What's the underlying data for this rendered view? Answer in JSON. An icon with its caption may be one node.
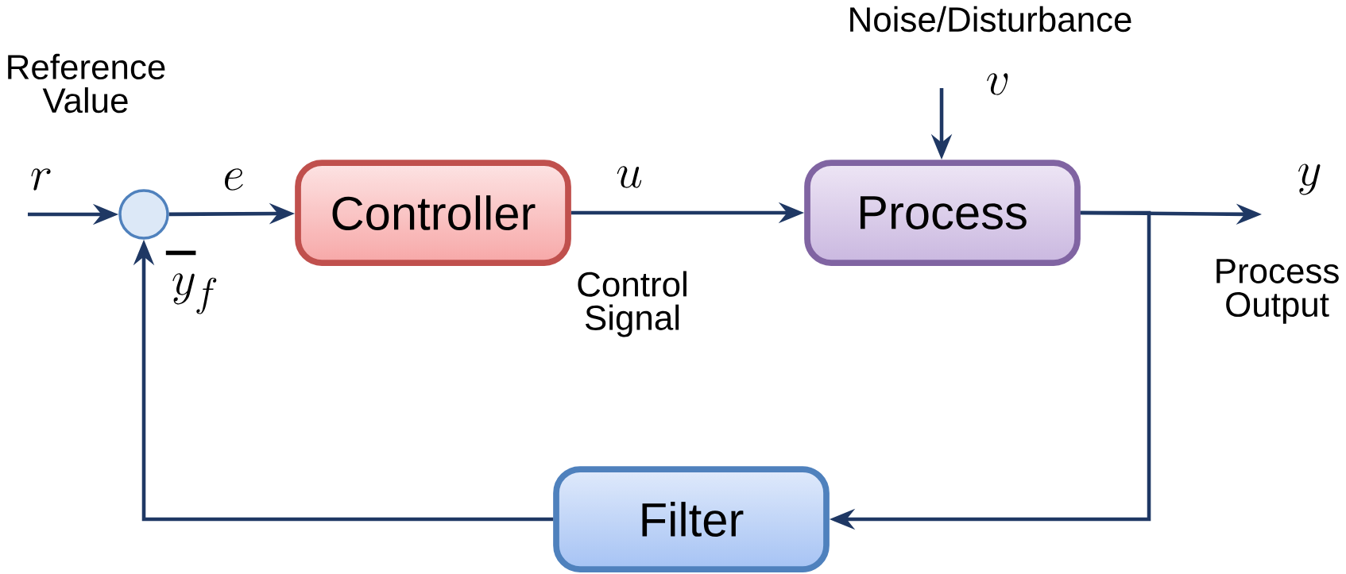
{
  "diagram": {
    "nodes": [
      {
        "text": [],
        "shape": "circle"
      },
      {
        "text": [
          "Controller"
        ]
      },
      {
        "text": [
          "Process"
        ]
      },
      {
        "text": [
          "Filter"
        ]
      }
    ],
    "edges": [
      {
        "from": null,
        "to": 0,
        "arrow": "to",
        "label": "r"
      },
      {
        "from": 0,
        "to": 1,
        "arrow": "to",
        "label": "e"
      },
      {
        "from": 1,
        "to": 2,
        "arrow": "to",
        "label": "u"
      },
      {
        "from": 2,
        "to": null,
        "arrow": "to",
        "label": "y"
      },
      {
        "from": null,
        "to": 2,
        "arrow": "to",
        "label": "v"
      },
      {
        "from": 2,
        "to": 3,
        "arrow": "to"
      },
      {
        "from": 3,
        "to": 0,
        "arrow": "to",
        "label": "y_f"
      }
    ],
    "labels": [
      "Noise/Disturbance",
      "Reference Value",
      "−",
      "Control Signal",
      "Process Output"
    ]
  }
}
